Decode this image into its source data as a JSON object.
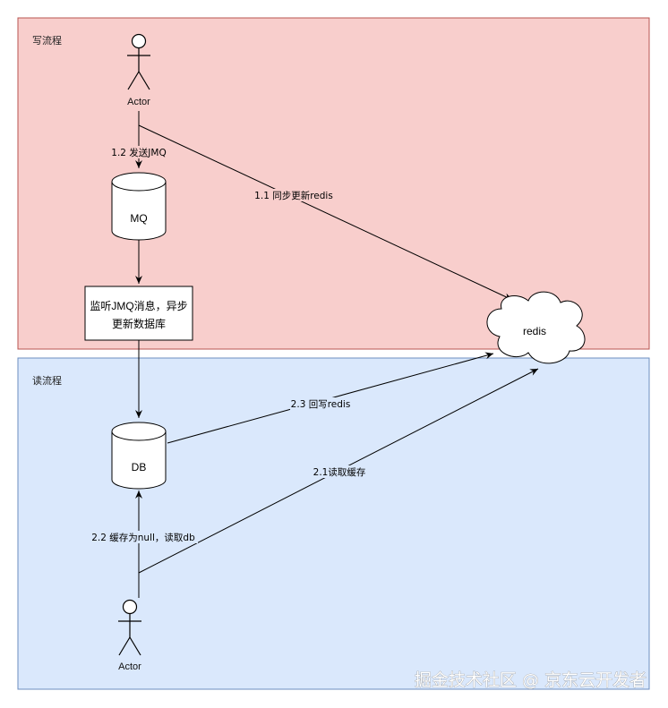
{
  "write_flow": {
    "title": "写流程",
    "fill": "#f8cecc",
    "stroke": "#b85450"
  },
  "read_flow": {
    "title": "读流程",
    "fill": "#dae8fc",
    "stroke": "#6c8ebf"
  },
  "actors": {
    "top_label": "Actor",
    "bottom_label": "Actor"
  },
  "nodes": {
    "mq": "MQ",
    "db": "DB",
    "redis": "redis",
    "process_line1": "监听JMQ消息，异步",
    "process_line2": "更新数据库"
  },
  "edges": {
    "e_1_2": "1.2 发送JMQ",
    "e_1_1": "1.1 同步更新redis",
    "e_2_3": "2.3 回写redis",
    "e_2_1": "2.1读取缓存",
    "e_2_2": "2.2 缓存为null，读取db"
  },
  "watermark": "掘金技术社区 @ 京东云开发者"
}
